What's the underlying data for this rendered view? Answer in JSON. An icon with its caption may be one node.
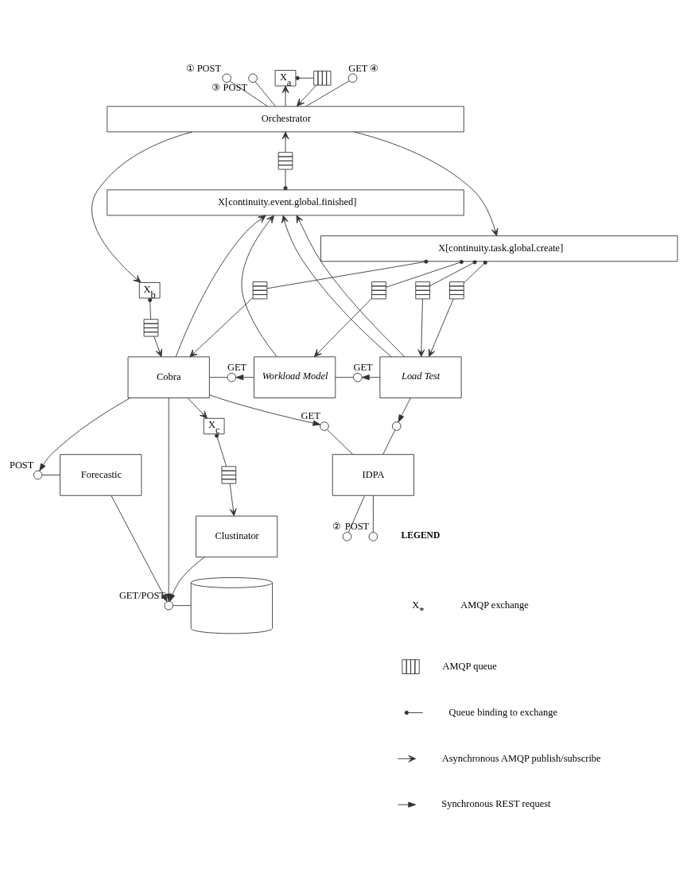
{
  "diagram": {
    "nodes": [
      {
        "text": [
          "Orchestrator"
        ]
      },
      {
        "text": [],
        "shape": "circle",
        "beside": [
          "①",
          "POST"
        ]
      },
      {
        "text": [],
        "shape": "circle",
        "beside": [
          "③",
          "POST"
        ]
      },
      {
        "text": [
          "X$_{a}$"
        ]
      },
      {
        "text": [],
        "shape": "box"
      },
      {
        "text": [],
        "shape": "circle",
        "beside": [
          "GET",
          "④"
        ]
      },
      {
        "text": [],
        "shape": "box"
      },
      {
        "text": [
          "X[continuity.event.global.finished]"
        ]
      },
      {
        "text": [
          "X[continuity.task.global.create]"
        ]
      },
      {
        "text": [
          "X$_{b}$"
        ]
      },
      {
        "text": [],
        "shape": "box"
      },
      {
        "text": [],
        "shape": "box"
      },
      {
        "text": [],
        "shape": "box"
      },
      {
        "text": [],
        "shape": "box"
      },
      {
        "text": [],
        "shape": "box"
      },
      {
        "text": [
          "Cobra"
        ]
      },
      {
        "text": [],
        "shape": "circle",
        "beside": [
          "GET"
        ]
      },
      {
        "text": [
          "Workload Model"
        ]
      },
      {
        "text": [],
        "shape": "circle",
        "beside": [
          "GET"
        ]
      },
      {
        "text": [
          "Load Test"
        ]
      },
      {
        "text": [],
        "shape": "circle",
        "beside": [
          "POST"
        ]
      },
      {
        "text": [
          "Forecastic"
        ]
      },
      {
        "text": [
          "X$_{c}$"
        ]
      },
      {
        "text": [],
        "shape": "box"
      },
      {
        "text": [
          "Clustinator"
        ]
      },
      {
        "text": [],
        "shape": "circle",
        "beside": [
          "GET/POST"
        ]
      },
      {
        "text": [],
        "shape": "cylinder"
      },
      {
        "text": [],
        "shape": "circle",
        "beside": [
          "GET"
        ]
      },
      {
        "text": [],
        "shape": "circle"
      },
      {
        "text": [
          "IDPA"
        ]
      },
      {
        "text": [],
        "shape": "circle",
        "beside": [
          "②"
        ]
      },
      {
        "text": [],
        "shape": "circle",
        "beside": [
          "POST"
        ]
      }
    ],
    "edges": [
      {
        "from": 1,
        "to": 0,
        "arrow": "none"
      },
      {
        "from": 0,
        "to": 9,
        "arrow": "to"
      },
      {
        "from": 2,
        "to": 0,
        "arrow": "none"
      },
      {
        "from": 0,
        "to": 8,
        "arrow": "to"
      },
      {
        "from": 0,
        "to": 3,
        "arrow": "to"
      },
      {
        "from": 3,
        "to": 4,
        "arrow": "other"
      },
      {
        "from": 4,
        "to": 0,
        "arrow": "to"
      },
      {
        "from": 5,
        "to": 0,
        "arrow": "none"
      },
      {
        "from": 7,
        "to": 6,
        "arrow": "other"
      },
      {
        "from": 6,
        "to": 0,
        "arrow": "to"
      },
      {
        "from": 9,
        "to": 10,
        "arrow": "other"
      },
      {
        "from": 10,
        "to": 15,
        "arrow": "to"
      },
      {
        "from": 8,
        "to": 11,
        "arrow": "other"
      },
      {
        "from": 11,
        "to": 15,
        "arrow": "to"
      },
      {
        "from": 15,
        "to": 7,
        "arrow": "to"
      },
      {
        "from": 8,
        "to": 12,
        "arrow": "other"
      },
      {
        "from": 12,
        "to": 17,
        "arrow": "to"
      },
      {
        "from": 17,
        "to": 7,
        "arrow": "to"
      },
      {
        "from": 8,
        "to": 13,
        "arrow": "other"
      },
      {
        "from": 13,
        "to": 19,
        "arrow": "to"
      },
      {
        "from": 8,
        "to": 14,
        "arrow": "other"
      },
      {
        "from": 14,
        "to": 19,
        "arrow": "to"
      },
      {
        "from": 19,
        "to": 7,
        "arrow": "to"
      },
      {
        "from": 19,
        "to": 7,
        "arrow": "to"
      },
      {
        "from": 16,
        "to": 15,
        "arrow": "none"
      },
      {
        "from": 17,
        "to": 16,
        "arrow": "to"
      },
      {
        "from": 18,
        "to": 17,
        "arrow": "none"
      },
      {
        "from": 19,
        "to": 18,
        "arrow": "to"
      },
      {
        "from": 15,
        "to": 20,
        "arrow": "to"
      },
      {
        "from": 20,
        "to": 21,
        "arrow": "none"
      },
      {
        "from": 15,
        "to": 22,
        "arrow": "to"
      },
      {
        "from": 22,
        "to": 23,
        "arrow": "other"
      },
      {
        "from": 23,
        "to": 24,
        "arrow": "to"
      },
      {
        "from": 15,
        "to": 25,
        "arrow": "to"
      },
      {
        "from": 21,
        "to": 25,
        "arrow": "to"
      },
      {
        "from": 24,
        "to": 25,
        "arrow": "to"
      },
      {
        "from": 25,
        "to": 26,
        "arrow": "none"
      },
      {
        "from": 15,
        "to": 27,
        "arrow": "to"
      },
      {
        "from": 19,
        "to": 28,
        "arrow": "to"
      },
      {
        "from": 27,
        "to": 29,
        "arrow": "none"
      },
      {
        "from": 28,
        "to": 29,
        "arrow": "none"
      },
      {
        "from": 29,
        "to": 30,
        "arrow": "none"
      },
      {
        "from": 29,
        "to": 31,
        "arrow": "none"
      }
    ],
    "labels": [
      "LEGEND",
      "X$_{*}$"
    ],
    "legend": [
      {
        "text": "AMQP exchange"
      },
      {
        "text": "AMQP queue"
      },
      {
        "text": "Queue binding to exchange"
      },
      {
        "text": "Asynchronous AMQP publish/subscribe"
      },
      {
        "text": "Synchronous REST request"
      }
    ]
  }
}
